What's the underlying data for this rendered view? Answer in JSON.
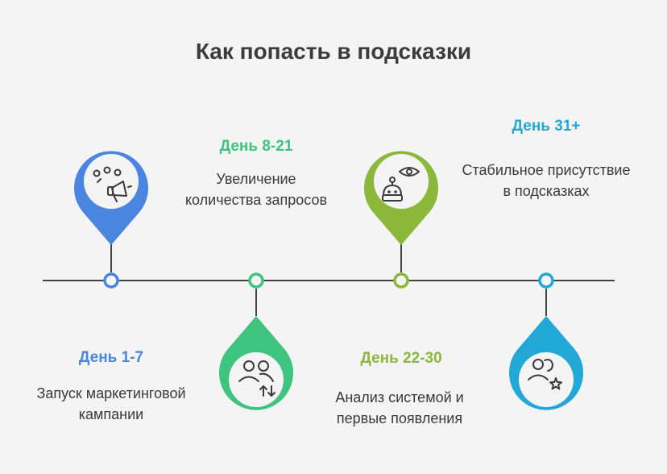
{
  "title": "Как попасть в подсказки",
  "colors": {
    "background": "#f4f4f4",
    "line": "#444444",
    "stage1": "#4a86e0",
    "stage2": "#3ec47e",
    "stage3": "#8bb73a",
    "stage4": "#22a8d6"
  },
  "stages": [
    {
      "day": "День 1-7",
      "description": "Запуск маркетинговой\nкампании",
      "icon": "megaphone-icon",
      "color": "#4a86e0"
    },
    {
      "day": "День 8-21",
      "description": "Увеличение\nколичества запросов",
      "icon": "users-arrows-icon",
      "color": "#3ec47e"
    },
    {
      "day": "День 22-30",
      "description": "Анализ системой и\nпервые появления",
      "icon": "robot-eye-icon",
      "color": "#8bb73a"
    },
    {
      "day": "День 31+",
      "description": "Стабильное присутствие\nв подсказках",
      "icon": "users-star-icon",
      "color": "#22a8d6"
    }
  ]
}
